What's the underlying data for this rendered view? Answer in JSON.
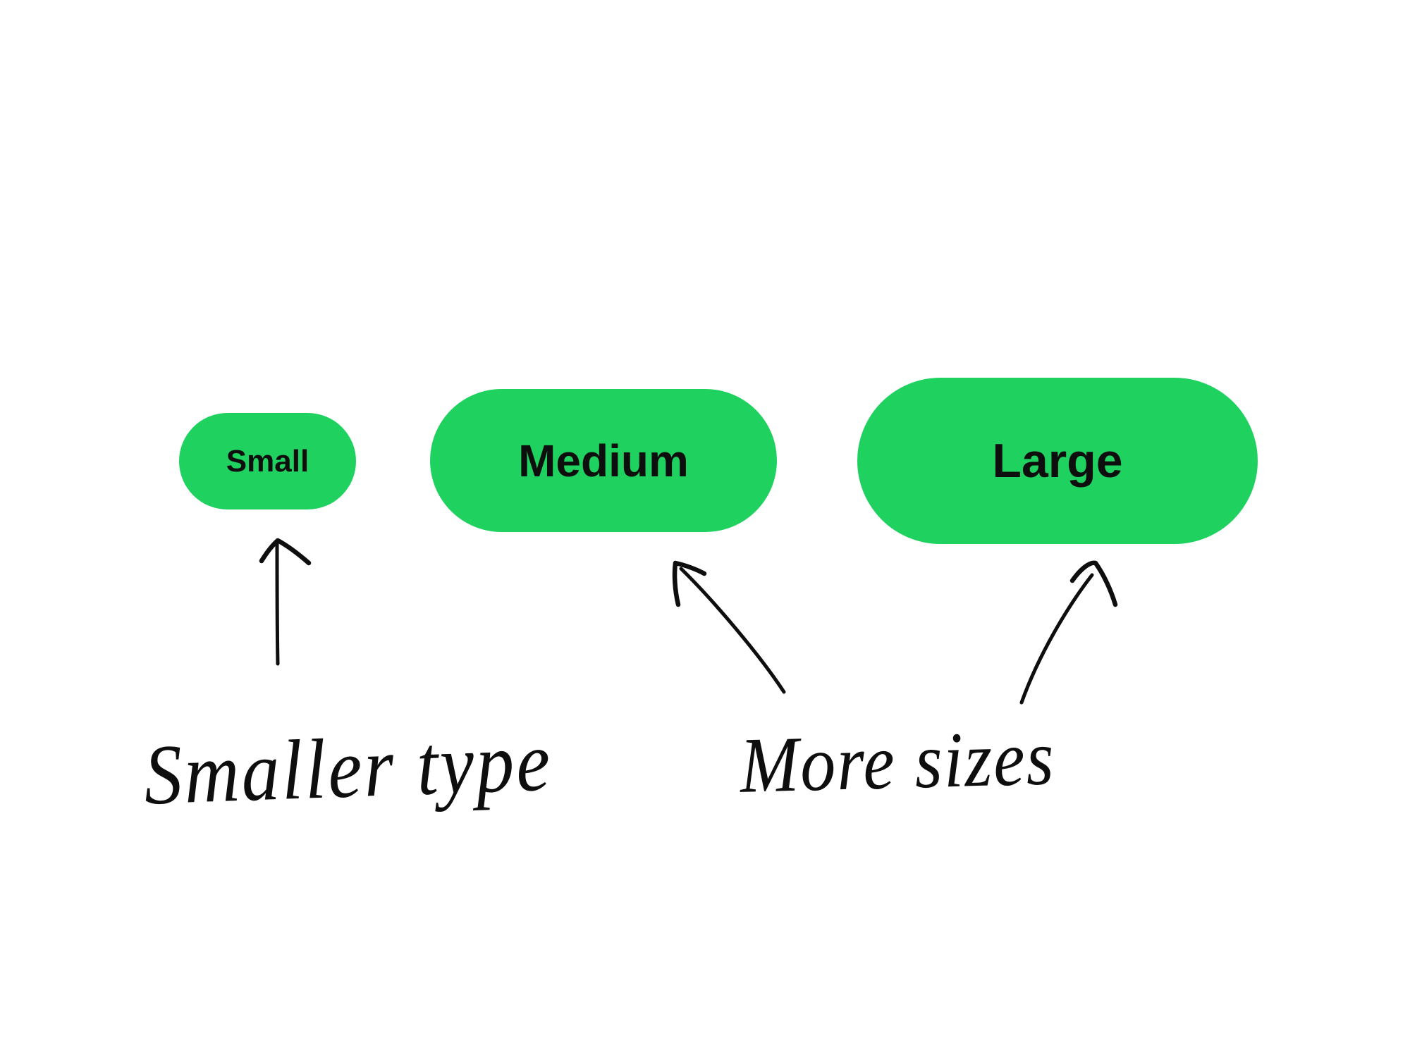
{
  "canvas": {
    "description": "Button size comparison diagram with hand-drawn annotations"
  },
  "buttons": [
    {
      "id": "small",
      "label": "Small"
    },
    {
      "id": "medium",
      "label": "Medium"
    },
    {
      "id": "large",
      "label": "Large"
    }
  ],
  "annotations": [
    {
      "text": "Smaller type",
      "points_to": "Small"
    },
    {
      "text": "More sizes",
      "points_to": "Medium and Large"
    }
  ],
  "colors": {
    "pill_green": "#1fd15f",
    "ink": "#0e0e0e",
    "background": "#ffffff"
  }
}
